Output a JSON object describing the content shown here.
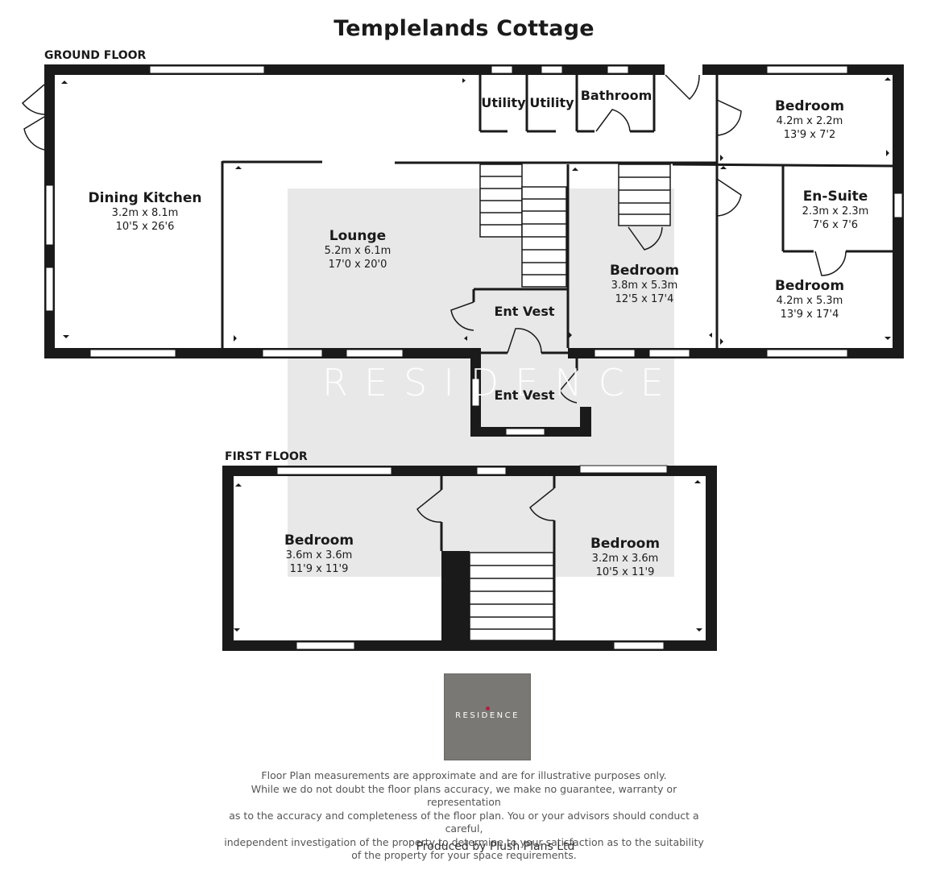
{
  "title": "Templelands Cottage",
  "floors": {
    "ground": "GROUND FLOOR",
    "first": "FIRST FLOOR"
  },
  "rooms": {
    "dining_kitchen": {
      "name": "Dining Kitchen",
      "metric": "3.2m x 8.1m",
      "imperial": "10'5 x 26'6"
    },
    "lounge": {
      "name": "Lounge",
      "metric": "5.2m x 6.1m",
      "imperial": "17'0 x 20'0"
    },
    "utility_1": {
      "name": "Utility"
    },
    "utility_2": {
      "name": "Utility"
    },
    "bathroom": {
      "name": "Bathroom"
    },
    "bedroom_ne": {
      "name": "Bedroom",
      "metric": "4.2m x 2.2m",
      "imperial": "13'9 x 7'2"
    },
    "en_suite": {
      "name": "En-Suite",
      "metric": "2.3m x 2.3m",
      "imperial": "7'6 x 7'6"
    },
    "bedroom_center": {
      "name": "Bedroom",
      "metric": "3.8m x 5.3m",
      "imperial": "12'5 x 17'4"
    },
    "bedroom_se": {
      "name": "Bedroom",
      "metric": "4.2m x 5.3m",
      "imperial": "13'9 x 17'4"
    },
    "ent_vest_1": {
      "name": "Ent Vest"
    },
    "ent_vest_2": {
      "name": "Ent Vest"
    },
    "first_bedroom_left": {
      "name": "Bedroom",
      "metric": "3.6m x 3.6m",
      "imperial": "11'9 x 11'9"
    },
    "first_bedroom_right": {
      "name": "Bedroom",
      "metric": "3.2m x 3.6m",
      "imperial": "10'5 x 11'9"
    }
  },
  "watermark": "RESIDENCE",
  "logo_text": "RESIDENCE",
  "colors": {
    "wall": "#1a1a1a",
    "watermark_box": "#e6e6e6",
    "logo_box": "#7a7874",
    "logo_dot": "#b02040"
  },
  "disclaimer": [
    "Floor Plan measurements are approximate and are for illustrative purposes only.",
    "While we do not doubt the floor plans accuracy, we make no guarantee, warranty or representation",
    "as to the accuracy and completeness of the floor plan. You or your advisors should conduct a careful,",
    "independent investigation of the property to determine to your satisfaction as to the suitability",
    "of the property for your space requirements."
  ],
  "produced_by": "Produced by Plush Plans Ltd"
}
